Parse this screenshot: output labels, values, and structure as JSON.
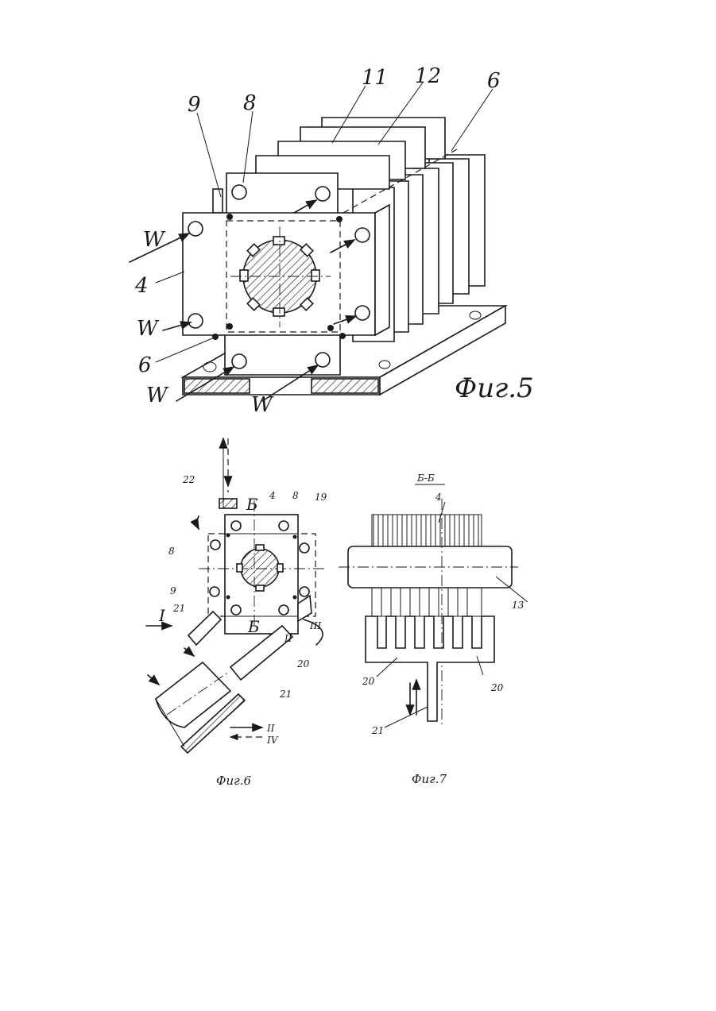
{
  "figure5": {
    "caption": "Фиг.5",
    "labels": {
      "l9": "9",
      "l8": "8",
      "l11": "11",
      "l12": "12",
      "l6_top": "6",
      "lW_upper": "W",
      "l4": "4",
      "lW_mid": "W",
      "l6_bottom": "6",
      "lW_low1": "W",
      "lW_low2": "W"
    }
  },
  "figure6": {
    "caption": "Фиг.6",
    "labels": {
      "l22": "22",
      "lB_top": "Б",
      "l4": "4",
      "l8_top": "8",
      "l19": "19",
      "l8_left": "8",
      "l9": "9",
      "l21_a": "21",
      "lI": "I",
      "lB_bottom": "Б",
      "lIII": "III",
      "lII_arm": "II",
      "l20": "20",
      "l21_b": "21",
      "lII": "II",
      "lIV": "IV"
    }
  },
  "figure7": {
    "caption": "Фиг.7",
    "section_title": "Б-Б",
    "labels": {
      "l4": "4",
      "l13": "13",
      "l20_left": "20",
      "l20_right": "20",
      "l21": "21"
    }
  }
}
